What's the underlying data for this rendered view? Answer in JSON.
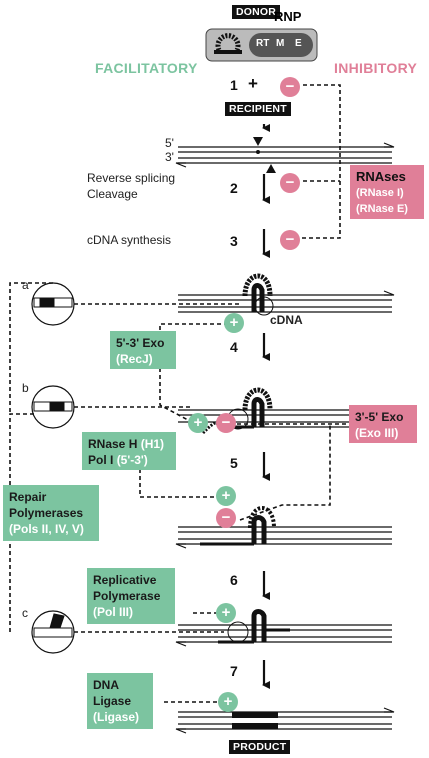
{
  "top": {
    "donor": "DONOR",
    "rnp": "RNP",
    "rnp_parts": [
      "RT",
      "M",
      "E"
    ],
    "recipient": "RECIPIENT",
    "plus": "+"
  },
  "headers": {
    "facilitatory": "FACILITATORY",
    "inhibitory": "INHIBITORY"
  },
  "strand_labels": {
    "five_prime": "5'",
    "three_prime": "3'"
  },
  "steps": [
    "1",
    "2",
    "3",
    "4",
    "5",
    "6",
    "7"
  ],
  "step_labels": {
    "reverse_splicing": "Reverse splicing",
    "cleavage": "Cleavage",
    "cdna_synthesis": "cDNA synthesis",
    "cdna": "cDNA"
  },
  "side_labels": [
    "a",
    "b",
    "c"
  ],
  "facilitatory_boxes": {
    "exo53": {
      "name": "5'-3' Exo",
      "sub": "(RecJ)"
    },
    "rnaseh_pol1": {
      "name1": "RNase H",
      "sub1": "(H1)",
      "name2": "Pol I",
      "sub2": "(5'-3')"
    },
    "repair": {
      "name1": "Repair",
      "name2": "Polymerases",
      "sub": "(Pols II, IV, V)"
    },
    "replicative": {
      "name1": "Replicative",
      "name2": "Polymerase",
      "sub": "(Pol III)"
    },
    "ligase": {
      "name1": "DNA",
      "name2": "Ligase",
      "sub": "(Ligase)"
    }
  },
  "inhibitory_boxes": {
    "rnases": {
      "name": "RNAses",
      "sub1": "(RNase I)",
      "sub2": "(RNase E)"
    },
    "exo35": {
      "name": "3'-5' Exo",
      "sub": "(Exo III)"
    }
  },
  "symbols": {
    "plus": "+",
    "minus": "−"
  },
  "product": "PRODUCT",
  "colors": {
    "facilitatory": "#7cc4a0",
    "inhibitory": "#e07f98",
    "black": "#111111"
  }
}
